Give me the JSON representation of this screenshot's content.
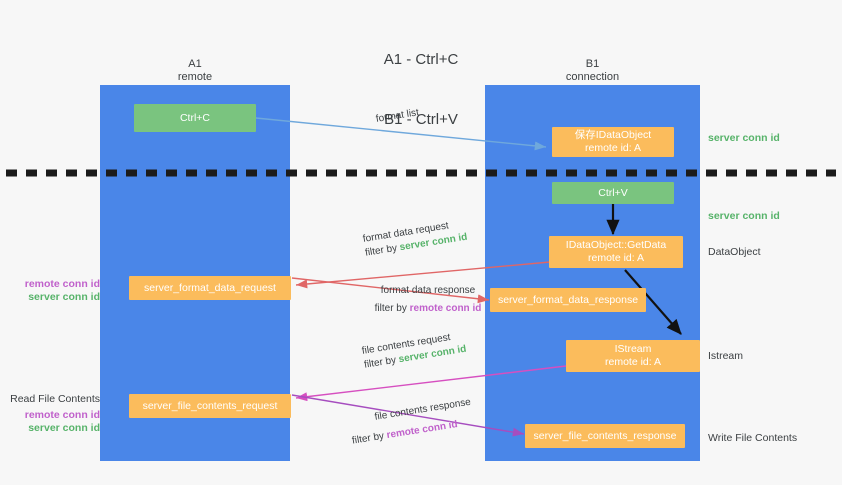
{
  "title": {
    "line1": "A1 - Ctrl+C",
    "line2": "B1 - Ctrl+V"
  },
  "lanes": [
    {
      "id": "a1",
      "name": "A1",
      "subtitle": "remote",
      "color": "#4a86e8"
    },
    {
      "id": "b1",
      "name": "B1",
      "subtitle": "connection",
      "color": "#4a86e8"
    }
  ],
  "nodes": {
    "ctrl_c": {
      "label": "Ctrl+C",
      "sub": "",
      "color": "#7ac47f"
    },
    "save_dataobj": {
      "label": "保存IDataObject",
      "sub": "remote id: A",
      "color": "#fbbc5c"
    },
    "ctrl_v": {
      "label": "Ctrl+V",
      "sub": "",
      "color": "#7ac47f"
    },
    "getdata": {
      "label": "IDataObject::GetData",
      "sub": "remote id: A",
      "color": "#fbbc5c"
    },
    "istream": {
      "label": "IStream",
      "sub": "remote id: A",
      "color": "#fbbc5c"
    },
    "fmt_req": {
      "label": "server_format_data_request",
      "sub": "",
      "color": "#fbbc5c"
    },
    "fmt_resp": {
      "label": "server_format_data_response",
      "sub": "",
      "color": "#fbbc5c"
    },
    "file_req": {
      "label": "server_file_contents_request",
      "sub": "",
      "color": "#fbbc5c"
    },
    "file_resp": {
      "label": "server_file_contents_response",
      "sub": "",
      "color": "#fbbc5c"
    }
  },
  "flows": {
    "format_list": {
      "line1": "format list",
      "line2": "",
      "line2_hl": "",
      "hl_color": ""
    },
    "format_data_req": {
      "line1": "format data request",
      "line2": "filter by ",
      "line2_hl": "server conn id",
      "hl_color": "#57b36a"
    },
    "format_data_resp": {
      "line1": "format data response",
      "line2": "filter by ",
      "line2_hl": "remote conn id",
      "hl_color": "#c061cb"
    },
    "file_contents_req": {
      "line1": "file contents request",
      "line2": "filter by ",
      "line2_hl": "server conn id",
      "hl_color": "#57b36a"
    },
    "file_contents_resp": {
      "line1": "file contents response",
      "line2": "filter by ",
      "line2_hl": "remote conn id",
      "hl_color": "#c061cb"
    }
  },
  "left_annotations": [
    {
      "id": "fmt-conn-ids",
      "lines": [
        {
          "text": "remote conn id",
          "color": "#c061cb"
        },
        {
          "text": "server conn id",
          "color": "#57b36a"
        }
      ]
    },
    {
      "id": "read-file-contents",
      "lines": [
        {
          "text": "Read File Contents",
          "color": "#3c4043"
        },
        {
          "text": "remote conn id",
          "color": "#c061cb"
        },
        {
          "text": "server conn id",
          "color": "#57b36a"
        }
      ]
    }
  ],
  "right_annotations": [
    {
      "id": "server-conn-id-top",
      "text": "server conn id",
      "color": "#57b36a"
    },
    {
      "id": "server-conn-id-second",
      "text": "server conn id",
      "color": "#57b36a"
    },
    {
      "id": "dataobject",
      "text": "DataObject",
      "color": "#3c4043"
    },
    {
      "id": "istream",
      "text": "Istream",
      "color": "#3c4043"
    },
    {
      "id": "write-file-contents",
      "text": "Write File Contents",
      "color": "#3c4043"
    }
  ],
  "colors": {
    "lane": "#4a86e8",
    "green_node": "#7ac47f",
    "orange_node": "#fbbc5c",
    "arrow_blue": "#6fa8dc",
    "arrow_red": "#e06666",
    "arrow_magenta": "#d64fc0",
    "arrow_purple": "#a64dbf",
    "arrow_black": "#000000",
    "divider": "#1b1b1b",
    "background": "#f7f7f7"
  }
}
